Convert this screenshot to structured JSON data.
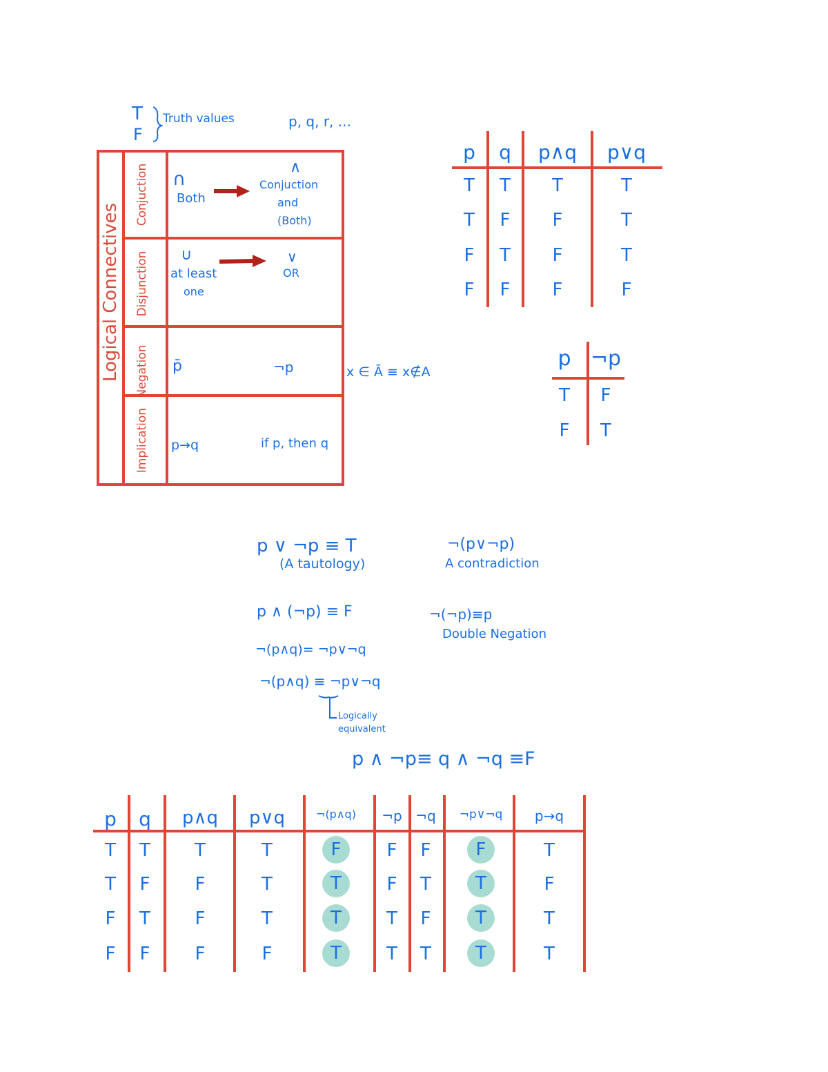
{
  "truth_values": {
    "t": "T",
    "f": "F",
    "label": "Truth values",
    "vars": "p, q, r, ..."
  },
  "connectives": {
    "side_label": "Logical Connectives",
    "rows": [
      {
        "name": "Conjuction",
        "left": "∩",
        "left_sub": "Both",
        "right": "∧",
        "right_sub1": "Conjuction",
        "right_sub2": "and",
        "right_sub3": "(Both)"
      },
      {
        "name": "Disjunction",
        "left": "∪",
        "left_sub": "at least",
        "left_sub2": "one",
        "right": "∨",
        "right_sub1": "OR"
      },
      {
        "name": "Negation",
        "left": "p̄",
        "right": "¬p"
      },
      {
        "name": "Implication",
        "left": "p→q",
        "right": "if p, then q"
      }
    ],
    "complement_note": "x ∈ Ā ≡ x∉A"
  },
  "table_pq": {
    "headers": [
      "p",
      "q",
      "p∧q",
      "p∨q"
    ],
    "rows": [
      [
        "T",
        "T",
        "T",
        "T"
      ],
      [
        "T",
        "F",
        "F",
        "T"
      ],
      [
        "F",
        "T",
        "F",
        "T"
      ],
      [
        "F",
        "F",
        "F",
        "F"
      ]
    ]
  },
  "table_neg": {
    "headers": [
      "p",
      "¬p"
    ],
    "rows": [
      [
        "T",
        "F"
      ],
      [
        "F",
        "T"
      ]
    ]
  },
  "identities": {
    "taut": "p ∨ ¬p ≡ T",
    "taut_note": "(A tautology)",
    "contra": "¬(p∨¬p)",
    "contra_note": "A contradiction",
    "and_neg": "p ∧ (¬p) ≡ F",
    "double_neg": "¬(¬p)≡p",
    "double_neg_note": "Double Negation",
    "demorgan1": "¬(p∧q)= ¬p∨¬q",
    "demorgan2": "¬(p∧q) ≡ ¬p∨¬q",
    "equiv_note1": "Logically",
    "equiv_note2": "equivalent",
    "pq_contra": "p ∧ ¬p≡ q ∧ ¬q ≡F"
  },
  "table_big": {
    "headers": [
      "p",
      "q",
      "p∧q",
      "p∨q",
      "¬(p∧q)",
      "¬p",
      "¬q",
      "¬p∨¬q",
      "p→q"
    ],
    "rows": [
      [
        "T",
        "T",
        "T",
        "T",
        "F",
        "F",
        "F",
        "F",
        "T"
      ],
      [
        "T",
        "F",
        "F",
        "T",
        "T",
        "F",
        "T",
        "T",
        "F"
      ],
      [
        "F",
        "T",
        "F",
        "T",
        "T",
        "T",
        "F",
        "T",
        "T"
      ],
      [
        "F",
        "F",
        "F",
        "F",
        "T",
        "T",
        "T",
        "T",
        "T"
      ]
    ],
    "highlight_cols": [
      4,
      7
    ]
  }
}
